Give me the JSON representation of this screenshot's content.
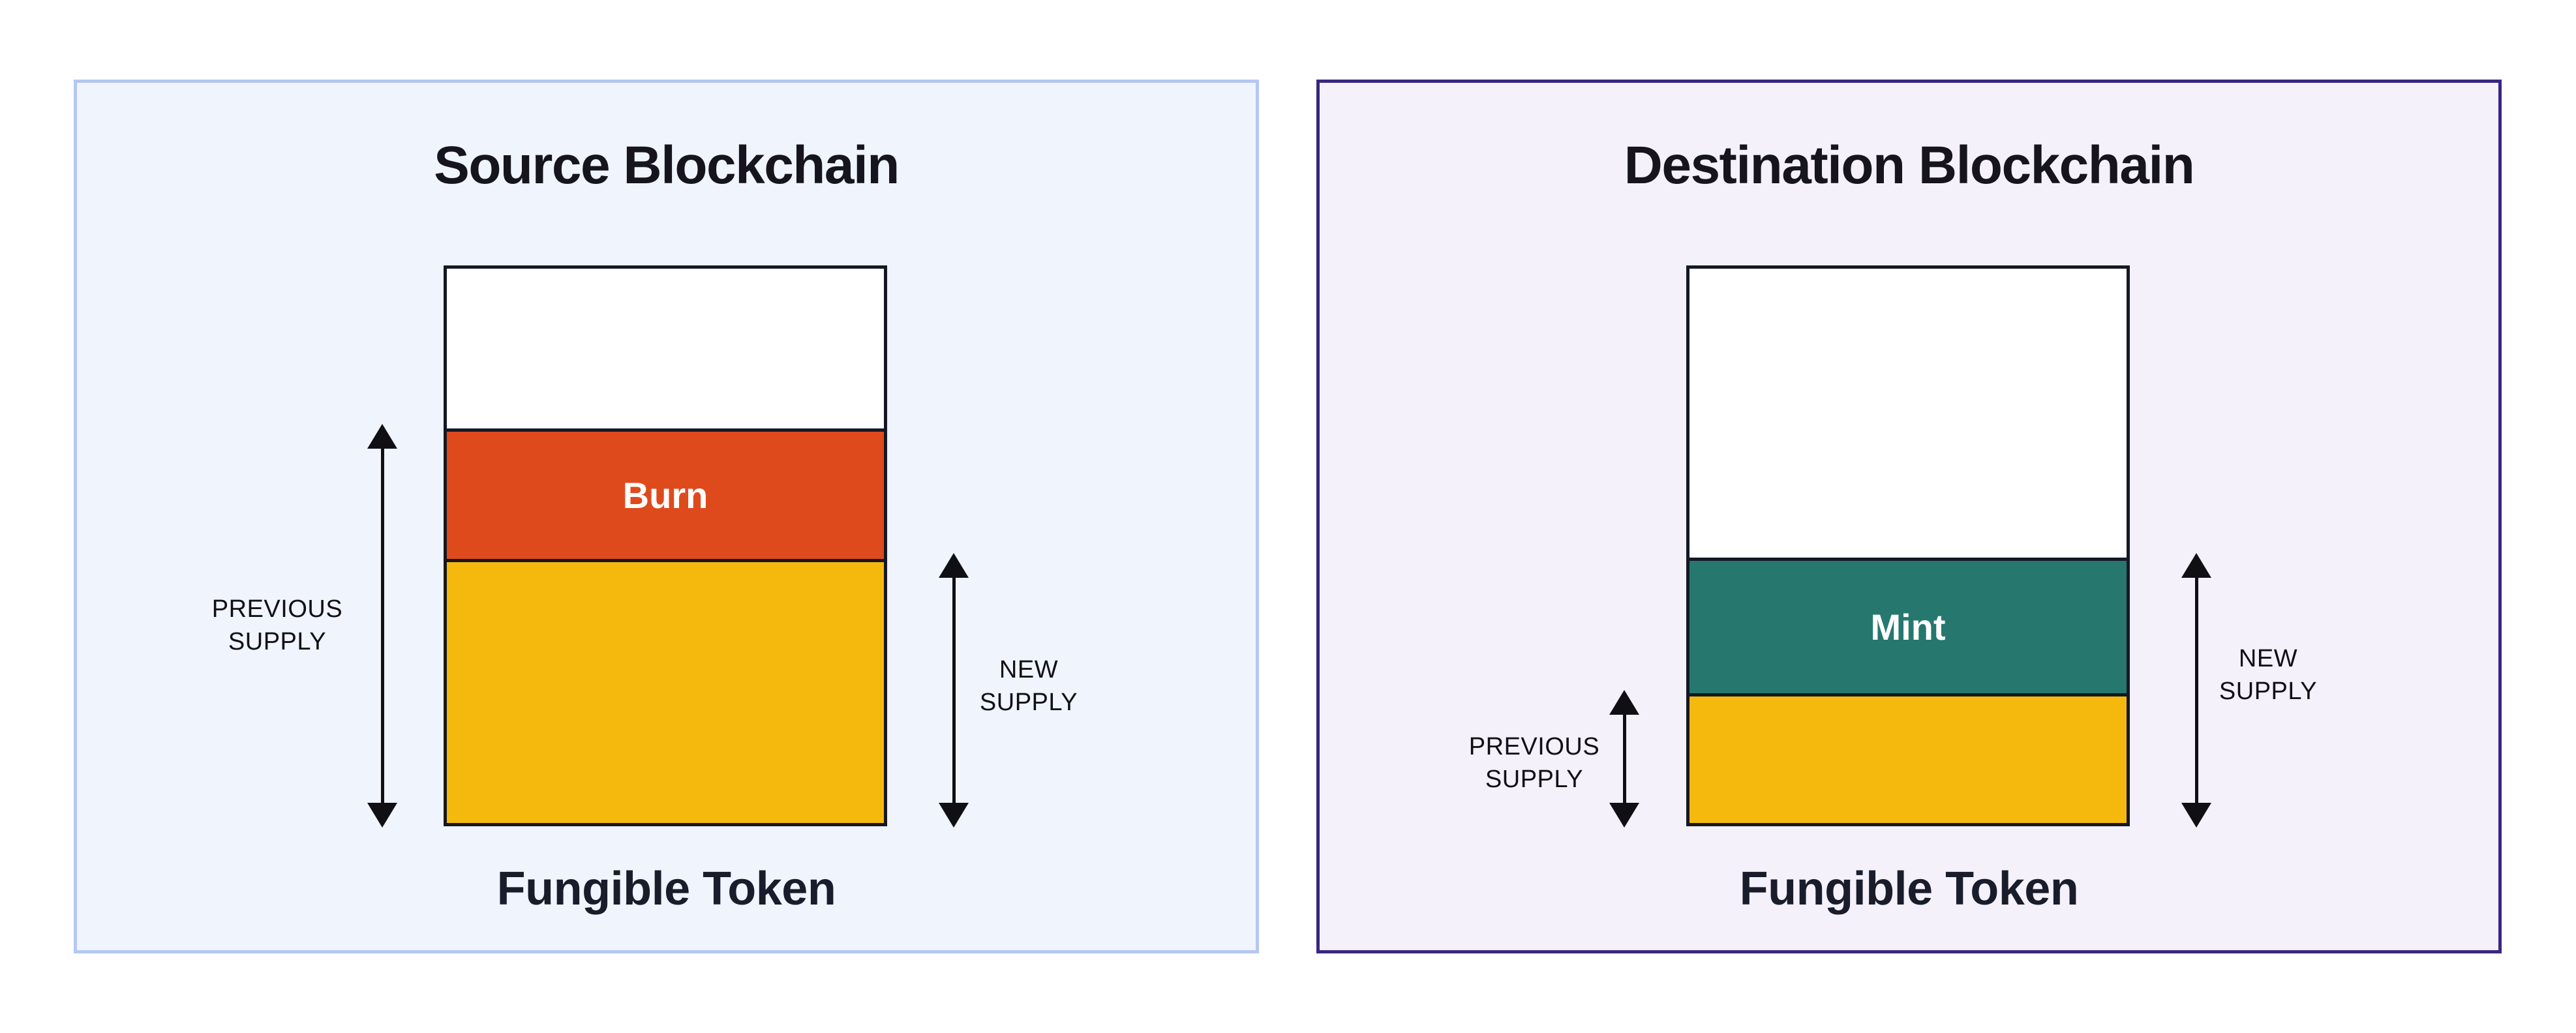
{
  "source": {
    "title": "Source Blockchain",
    "bar": {
      "burn_label": "Burn"
    },
    "previous_supply_line1": "PREVIOUS",
    "previous_supply_line2": "SUPPLY",
    "new_supply_line1": "NEW",
    "new_supply_line2": "SUPPLY",
    "token_label": "Fungible Token"
  },
  "destination": {
    "title": "Destination Blockchain",
    "bar": {
      "mint_label": "Mint"
    },
    "previous_supply_line1": "PREVIOUS",
    "previous_supply_line2": "SUPPLY",
    "new_supply_line1": "NEW",
    "new_supply_line2": "SUPPLY",
    "token_label": "Fungible Token"
  },
  "colors": {
    "page_bg": "#FFFFFF",
    "source_panel_bg": "#F0F4FC",
    "source_panel_border": "#B5C7F3",
    "destination_panel_bg": "#F4F1FB",
    "destination_panel_border": "#39267F",
    "bar_outline": "#141824",
    "burn": "#DF4A1D",
    "mint": "#26786F",
    "token_supply": "#F5B90E",
    "ink": "#101014"
  }
}
